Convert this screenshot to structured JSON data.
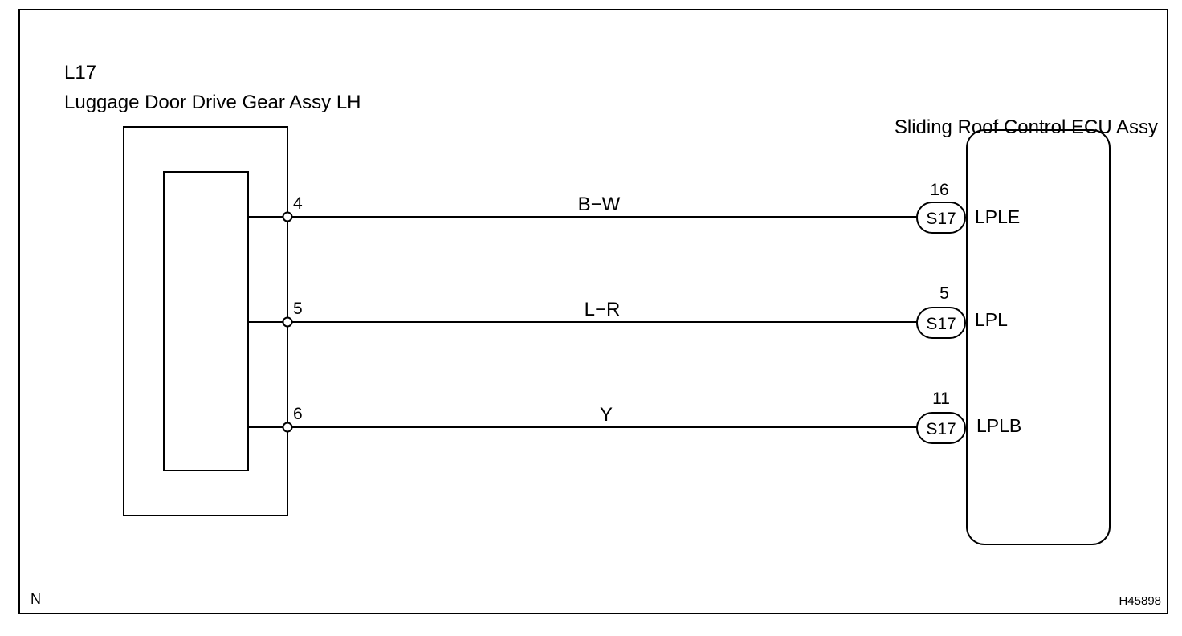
{
  "left_component": {
    "code": "L17",
    "name": "Luggage Door Drive Gear Assy LH"
  },
  "right_component": {
    "name": "Sliding Roof Control ECU Assy"
  },
  "wires": [
    {
      "left_pin": "4",
      "color": "B−W",
      "connector": "S17",
      "right_pin": "16",
      "signal": "LPLE"
    },
    {
      "left_pin": "5",
      "color": "L−R",
      "connector": "S17",
      "right_pin": "5",
      "signal": "LPL"
    },
    {
      "left_pin": "6",
      "color": "Y",
      "connector": "S17",
      "right_pin": "11",
      "signal": "LPLB"
    }
  ],
  "footer": {
    "left_mark": "N",
    "figure_id": "H45898"
  }
}
